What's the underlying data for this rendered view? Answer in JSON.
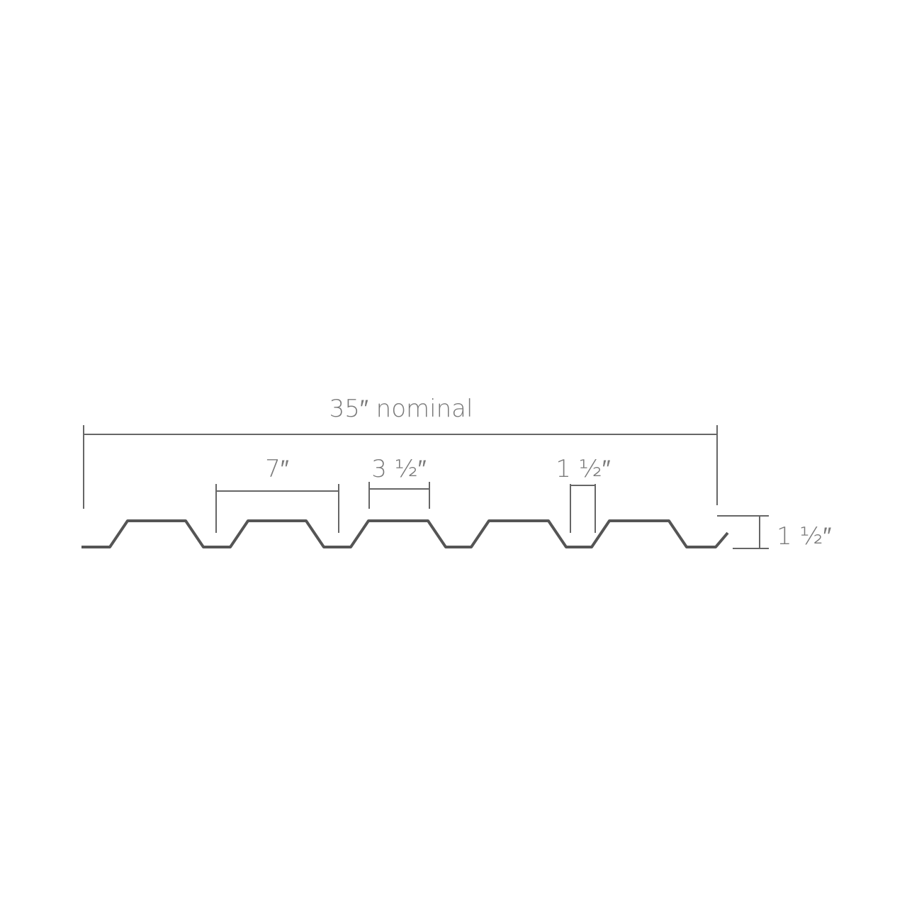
{
  "labels": {
    "overall_width": "35″ nominal",
    "rib_spacing": "7″",
    "rib_top_width": "3 ½″",
    "rib_bottom_width": "1 ½″",
    "rib_depth": "1 ½″"
  },
  "colors": {
    "profile": "#555555",
    "dimension": "#666666",
    "text": "#7a7a7a"
  }
}
